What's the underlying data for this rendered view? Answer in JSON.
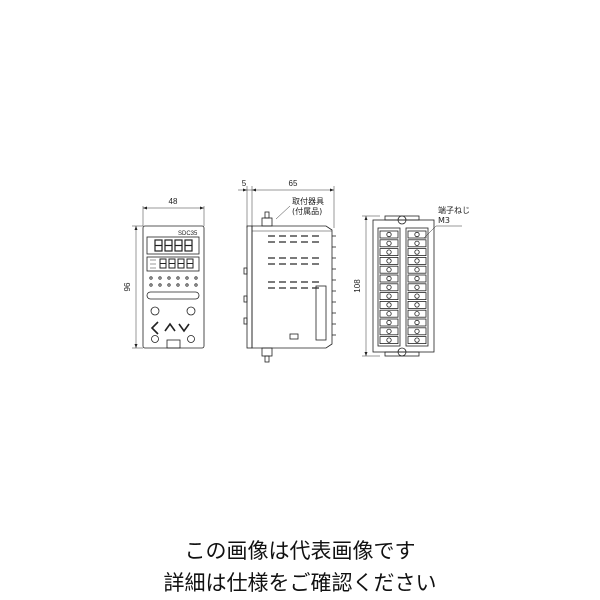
{
  "front": {
    "width_label": "48",
    "height_label": "96",
    "model_label": "SDC35"
  },
  "side": {
    "depth_front_label": "5",
    "depth_label": "65",
    "bracket_label_line1": "取付器具",
    "bracket_label_line2": "(付属品)"
  },
  "rear": {
    "height_label": "108",
    "terminal_label_line1": "端子ねじ",
    "terminal_label_line2": "M3"
  },
  "caption": {
    "line1": "この画像は代表画像です",
    "line2": "詳細は仕様をご確認ください"
  }
}
